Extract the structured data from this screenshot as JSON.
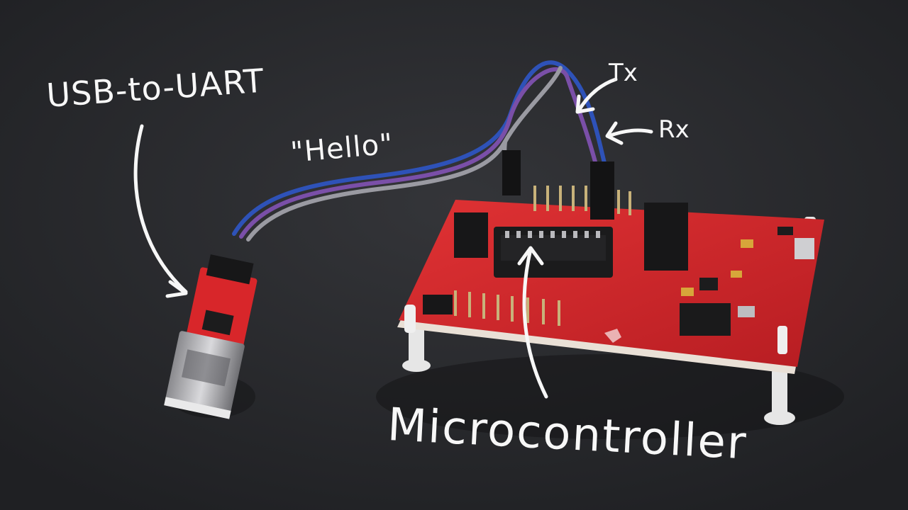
{
  "labels": {
    "usb_to_uart": "USB-to-UART",
    "hello": "\"Hello\"",
    "tx": "Tx",
    "rx": "Rx",
    "microcontroller": "Microcontroller"
  },
  "colors": {
    "background": "#27282b",
    "board_red": "#d8262a",
    "annotation_white": "#f7f7f7",
    "wire_blue": "#2e52b8",
    "wire_purple": "#7a4fa8",
    "wire_gray": "#9a9aa2"
  }
}
